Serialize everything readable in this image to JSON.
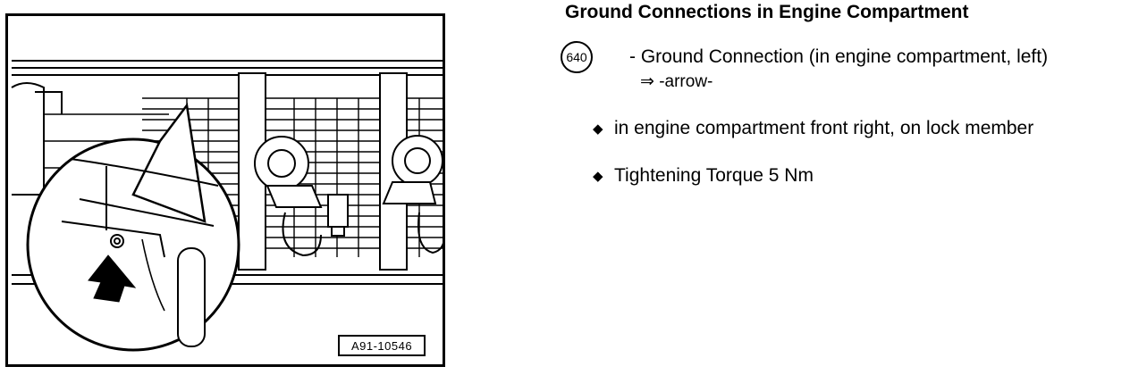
{
  "heading": "Ground Connections in Engine Compartment",
  "connection": {
    "number": "640",
    "description": "- Ground Connection (in engine compartment, left)",
    "reference": "⇒ -arrow-"
  },
  "bullets": [
    {
      "symbol": "◆",
      "text": "in engine compartment front right, on lock member"
    },
    {
      "symbol": "◆",
      "text": "Tightening Torque 5 Nm"
    }
  ],
  "figure": {
    "label": "A91-10546"
  }
}
